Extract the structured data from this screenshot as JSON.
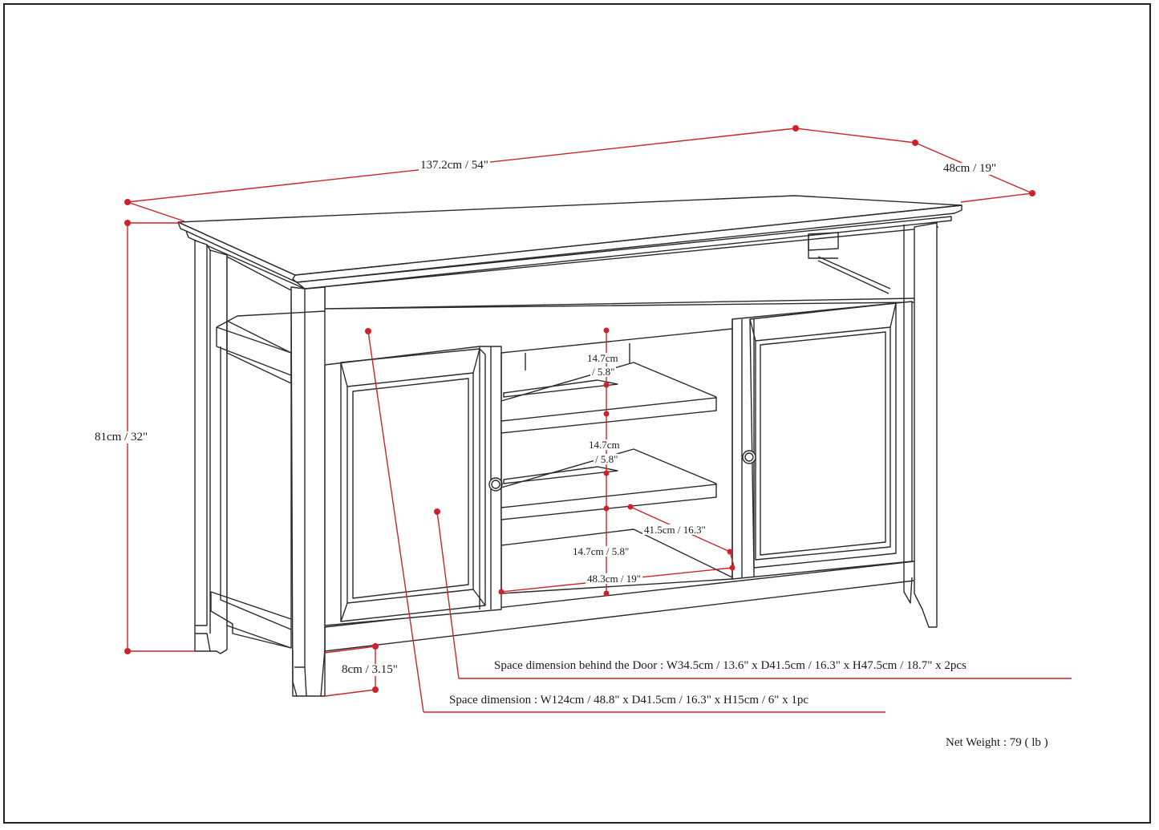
{
  "dimensions": {
    "width": "137.2cm / 54\"",
    "depth": "48cm / 19\"",
    "height": "81cm / 32\"",
    "leg_height": "8cm / 3.15\"",
    "shelf_gap_top_cm": "14.7cm",
    "shelf_gap_top_in": "/ 5.8\"",
    "shelf_gap_mid_cm": "14.7cm",
    "shelf_gap_mid_in": "/ 5.8\"",
    "shelf_gap_bottom": "14.7cm / 5.8\"",
    "shelf_depth": "41.5cm / 16.3\"",
    "shelf_width": "48.3cm / 19\""
  },
  "notes": {
    "door_space": "Space dimension behind the Door  : W34.5cm / 13.6\" x D41.5cm / 16.3\" x H47.5cm / 18.7\" x 2pcs",
    "open_space": "Space dimension : W124cm / 48.8\" x D41.5cm / 16.3\" x H15cm / 6\" x 1pc",
    "net_weight": "Net Weight : 79 ( lb )"
  },
  "colors": {
    "outline": "#2a2a2a",
    "dimension_line": "#c8262a",
    "dimension_dot": "#d0202a",
    "background": "#ffffff"
  }
}
